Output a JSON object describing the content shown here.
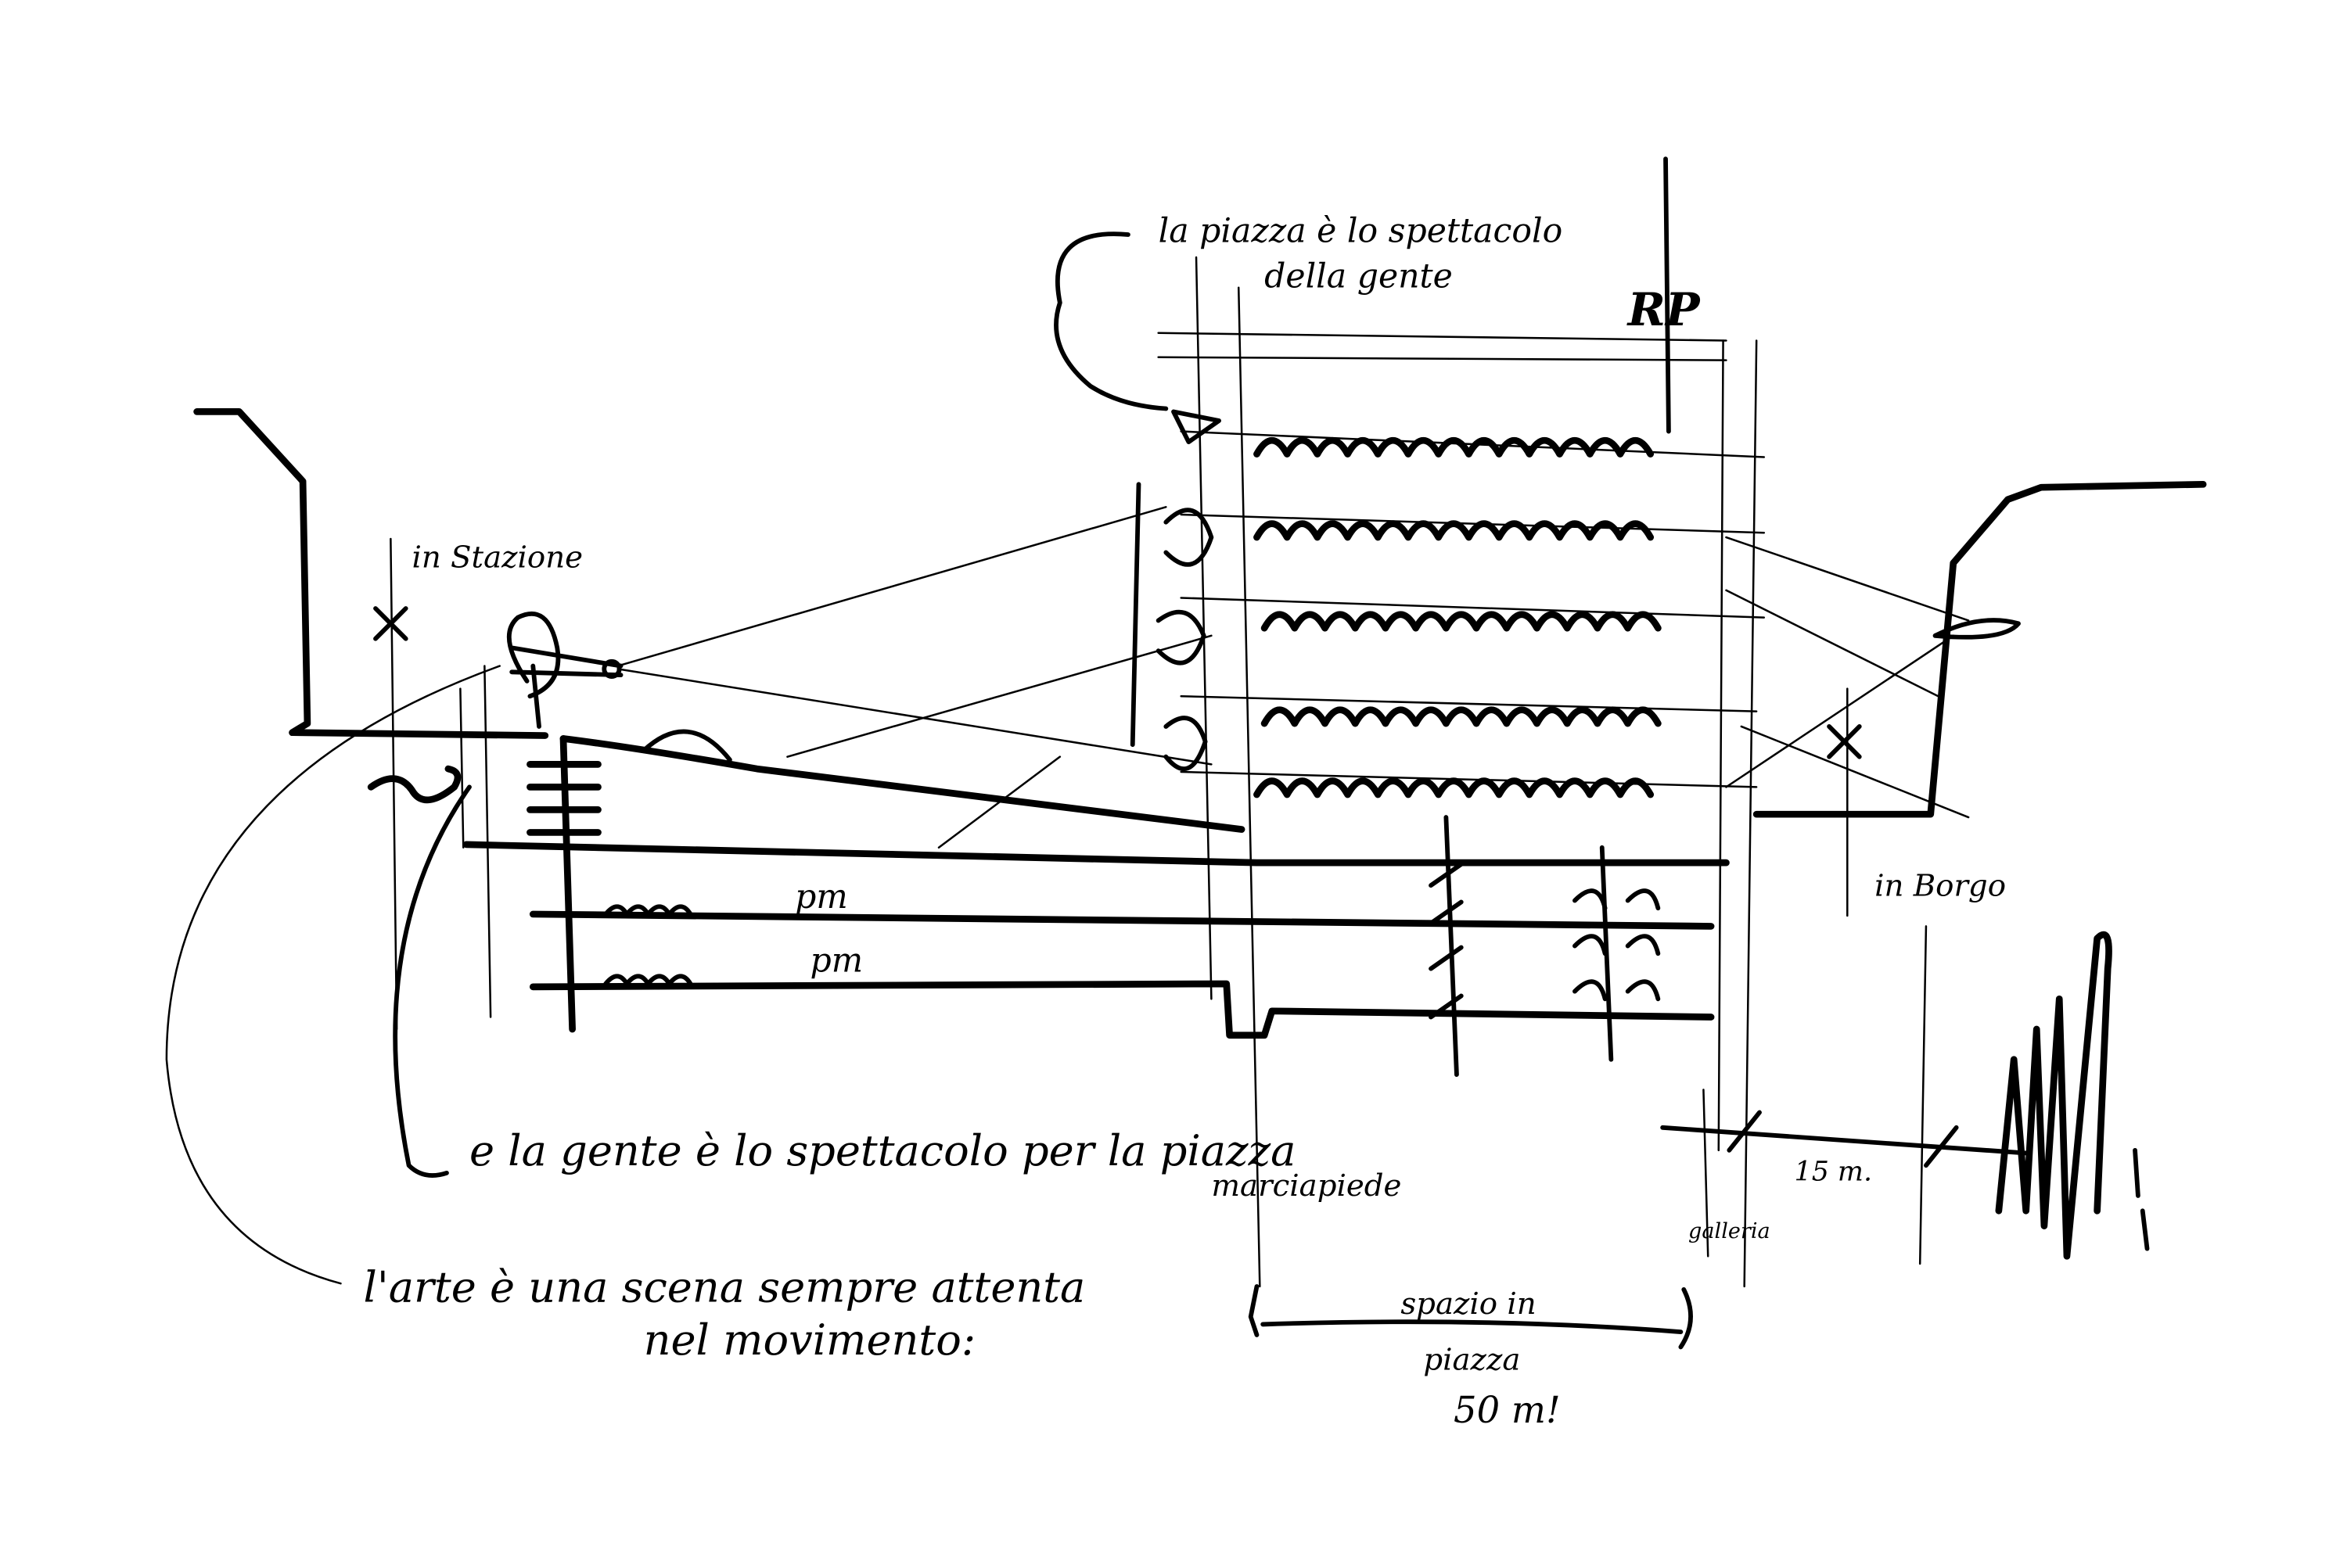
{
  "sketch": {
    "ink_color": "#000000",
    "paper_color": "#ffffff",
    "labels": {
      "top_note_line1": "la piazza è lo spettacolo",
      "top_note_line2": "della gente",
      "left_station": "in Stazione",
      "level_label_1": "pm",
      "level_label_2": "pm",
      "bottom_note": "e la gente è lo spettacolo per la piazza",
      "art_note_line1": "l'arte è una scena sempre attenta",
      "art_note_line2": "nel movimento:",
      "sidewalk": "marciapiede",
      "square_width_line1": "spazio in",
      "square_width_line2": "piazza",
      "square_width_line3": "50 m!",
      "right_borgo": "in Borgo",
      "dimension_15": "15 m.",
      "small_label": "galleria",
      "signature": "RP"
    }
  }
}
